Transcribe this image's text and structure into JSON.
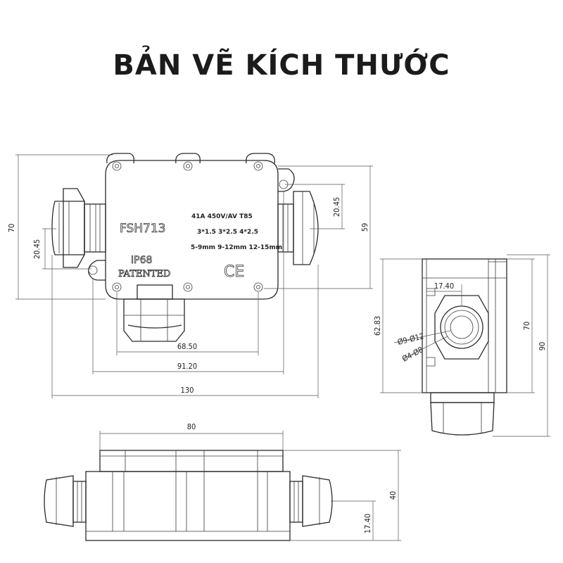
{
  "title": "BẢN VẼ KÍCH THƯỚC",
  "front_view": {
    "model": "FSH713",
    "rating": "41A 450V/AV T85",
    "wire_sizes": "3*1.5 3*2.5 4*2.5",
    "cable_ranges": "5-9mm 9-12mm 12-15mm",
    "ip": "IP68",
    "patented": "PATENTED",
    "ce": "CE"
  },
  "dimensions": {
    "d70_left": "70",
    "d20_45_left": "20.45",
    "d20_45_right": "20.45",
    "d59": "59",
    "d68_50": "68.50",
    "d91_20": "91.20",
    "d130": "130",
    "d17_40_side": "17.40",
    "d62_83": "62.83",
    "d70_side": "70",
    "d90_side": "90",
    "d09_012": "Ø9-Ø12",
    "d04_08": "Ø4-Ø8",
    "d80": "80",
    "d40": "40",
    "d17_40_bottom": "17.40"
  }
}
